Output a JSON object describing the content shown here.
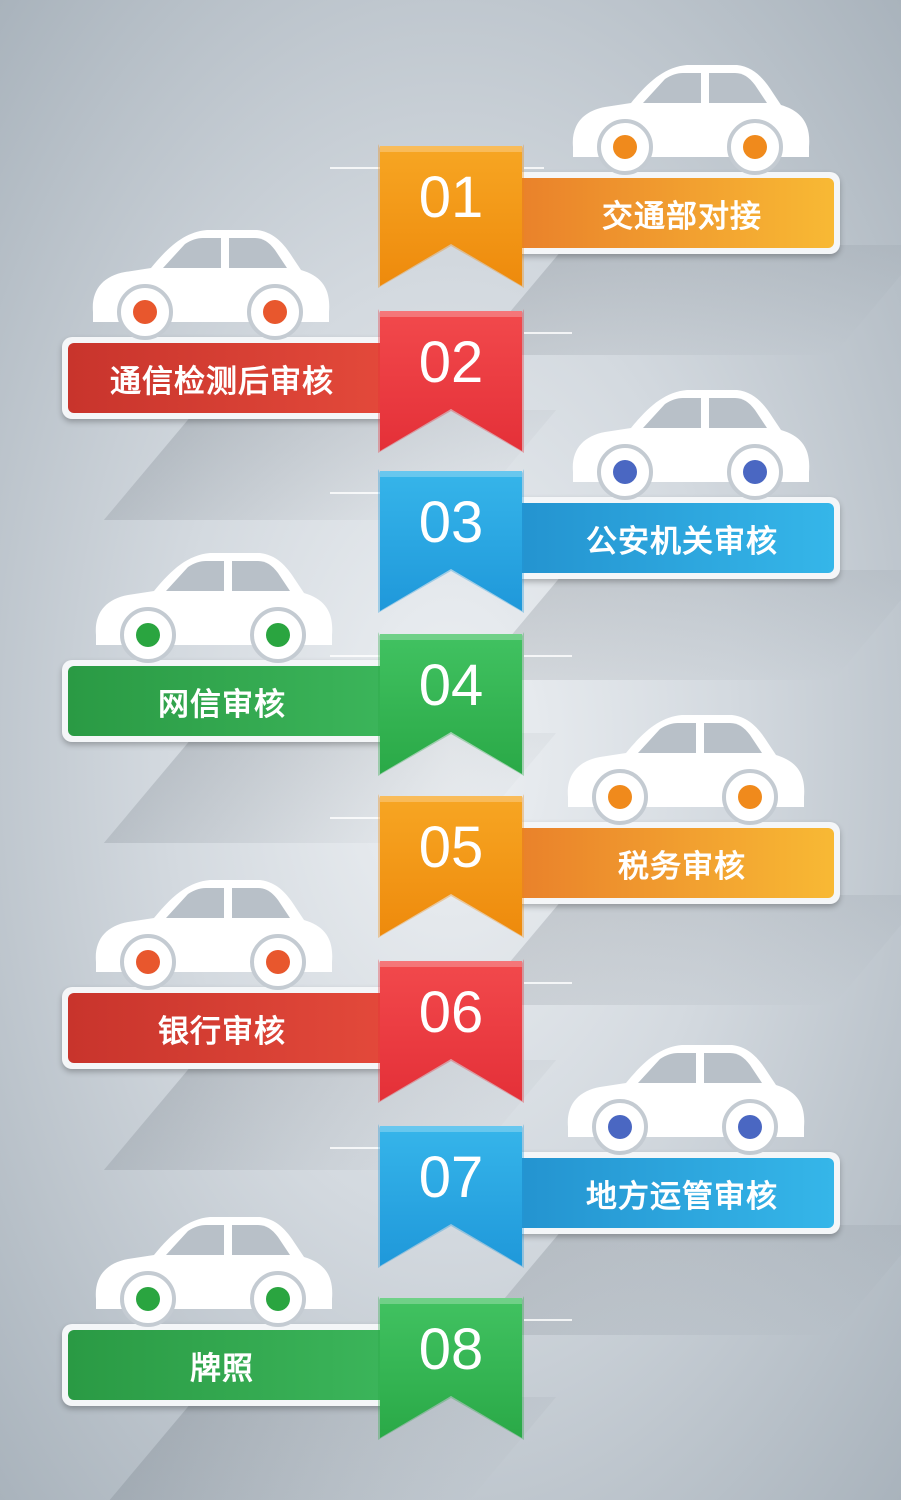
{
  "steps": [
    {
      "num": "01",
      "label": "交通部对接",
      "side": "right",
      "color": "orange",
      "wheel": "orange"
    },
    {
      "num": "02",
      "label": "通信检测后审核",
      "side": "left",
      "color": "red",
      "wheel": "red"
    },
    {
      "num": "03",
      "label": "公安机关审核",
      "side": "right",
      "color": "blue",
      "wheel": "blue"
    },
    {
      "num": "04",
      "label": "网信审核",
      "side": "left",
      "color": "green",
      "wheel": "green"
    },
    {
      "num": "05",
      "label": "税务审核",
      "side": "right",
      "color": "orange",
      "wheel": "orange"
    },
    {
      "num": "06",
      "label": "银行审核",
      "side": "left",
      "color": "red",
      "wheel": "red"
    },
    {
      "num": "07",
      "label": "地方运管审核",
      "side": "right",
      "color": "blue",
      "wheel": "blue"
    },
    {
      "num": "08",
      "label": "牌照",
      "side": "left",
      "color": "green",
      "wheel": "green"
    }
  ],
  "palette": {
    "orange": {
      "ribbon_top": "#f7a623",
      "ribbon_bottom": "#ee8a0c",
      "label_from": "#e97f2a",
      "label_to": "#f8b934",
      "wheel": "#f08a1c"
    },
    "red": {
      "ribbon_top": "#f2494c",
      "ribbon_bottom": "#e43038",
      "label_from": "#c8342c",
      "label_to": "#e44a3b",
      "wheel": "#e8572d"
    },
    "blue": {
      "ribbon_top": "#36b5ea",
      "ribbon_bottom": "#1f98da",
      "label_from": "#2392cf",
      "label_to": "#35b6e9",
      "wheel": "#4a67c2"
    },
    "green": {
      "ribbon_top": "#41c261",
      "ribbon_bottom": "#2aa947",
      "label_from": "#2a9a44",
      "label_to": "#3cb65b",
      "wheel": "#2aa540"
    }
  }
}
